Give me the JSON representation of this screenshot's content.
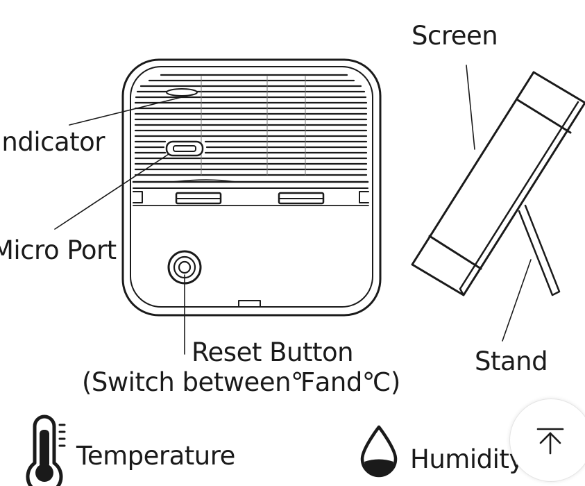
{
  "labels": {
    "indicator": "Indicator",
    "micro_port": "Micro Port",
    "screen": "Screen",
    "stand": "Stand",
    "reset_button": "Reset Button",
    "reset_button_note": "(Switch between℉and℃)",
    "temperature": "Temperature",
    "humidity": "Humidity"
  },
  "icons": {
    "thermometer": "thermometer-icon",
    "droplet": "droplet-icon",
    "back_to_top": "back-to-top-icon"
  },
  "colors": {
    "line": "#1a1a1a",
    "background": "#ffffff"
  }
}
